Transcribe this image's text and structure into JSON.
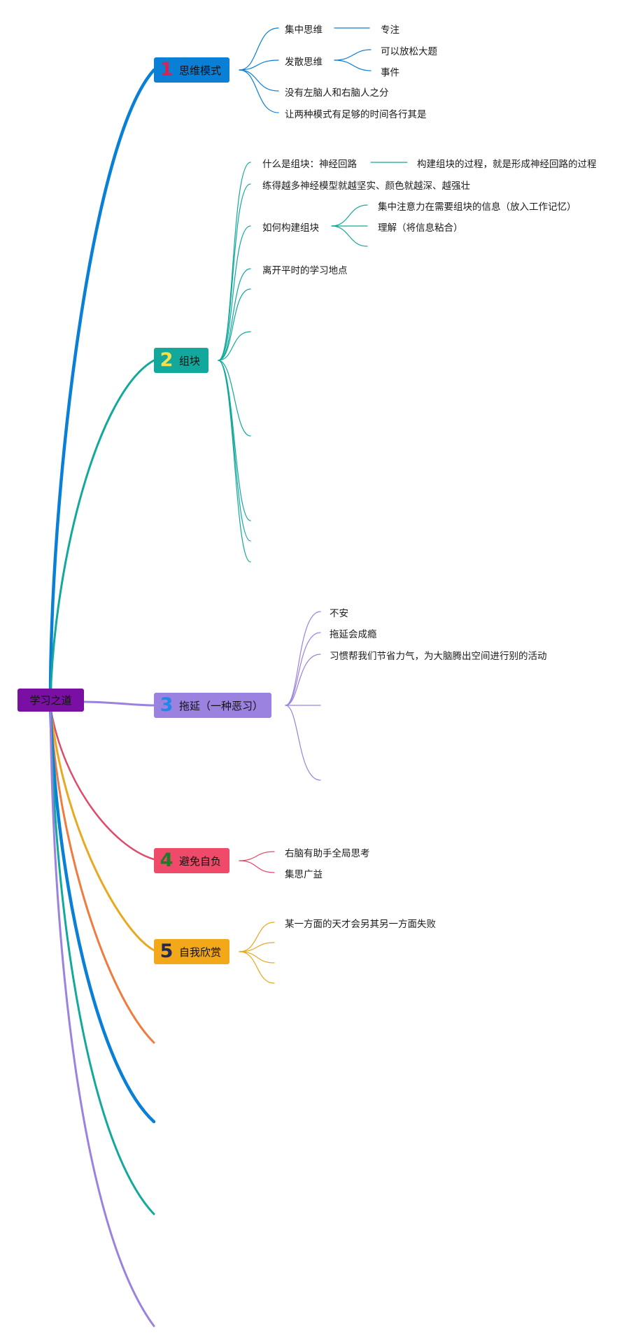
{
  "root": {
    "label": "学习之道",
    "color": "#7a0fa3"
  },
  "topics": [
    {
      "num": "1",
      "label": "思维模式",
      "box_color": "#0a7fd6",
      "num_color": "#e0204a",
      "line_color": "#0a7fd6"
    },
    {
      "num": "2",
      "label": "组块",
      "box_color": "#12a89c",
      "num_color": "#f3e04e",
      "line_color": "#12a89c"
    },
    {
      "num": "3",
      "label": "拖延（一种恶习）",
      "box_color": "#9b82e0",
      "num_color": "#1e88e8",
      "line_color": "#9b82e0"
    },
    {
      "num": "4",
      "label": "避免自负",
      "box_color": "#f04a6a",
      "num_color": "#1f7a2a",
      "line_color": "#e04a6a"
    },
    {
      "num": "5",
      "label": "自我欣赏",
      "box_color": "#f2a818",
      "num_color": "#1e2a5a",
      "line_color": "#e8a820"
    }
  ],
  "extra_branch_colors": [
    "#f07b3f",
    "#0a7fd6",
    "#12a89c",
    "#9b82e0"
  ],
  "leaves": {
    "t1": {
      "focused": "集中思维",
      "focus": "专注",
      "diffuse": "发散思维",
      "relax": "可以放松大题",
      "event": "事件",
      "no_left_right": "没有左脑人和右脑人之分",
      "both_modes": "让两种模式有足够的时间各行其是"
    },
    "t2": {
      "what_is_chunk": "什么是组块：神经回路",
      "chunk_process": "构建组块的过程，就是形成神经回路的过程",
      "practice": "练得越多神经模型就越坚实、颜色就越深、越强壮",
      "how_to_build": "如何构建组块",
      "attention": "集中注意力在需要组块的信息（放入工作记忆）",
      "understand": "理解（将信息粘合）",
      "leave_place": "离开平时的学习地点"
    },
    "t3": {
      "anxiety": "不安",
      "addiction": "拖延会成瘾",
      "habit": "习惯帮我们节省力气，为大脑腾出空间进行别的活动"
    },
    "t4": {
      "right_brain": "右脑有助手全局思考",
      "brainstorm": "集思广益"
    },
    "t5": {
      "talent": "某一方面的天才会另其另一方面失败"
    }
  }
}
